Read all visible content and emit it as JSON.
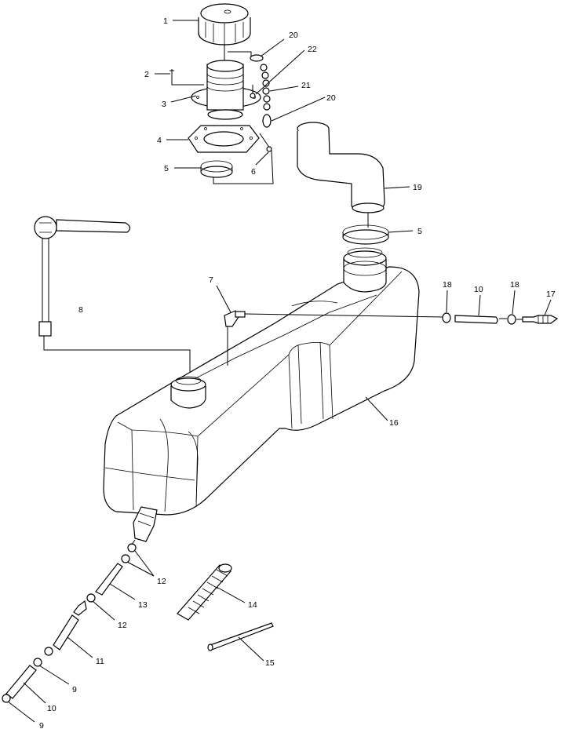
{
  "callouts": [
    {
      "id": "c1",
      "text": "1"
    },
    {
      "id": "c2",
      "text": "2"
    },
    {
      "id": "c3",
      "text": "3"
    },
    {
      "id": "c4",
      "text": "4"
    },
    {
      "id": "c5a",
      "text": "5"
    },
    {
      "id": "c6",
      "text": "6"
    },
    {
      "id": "c20a",
      "text": "20"
    },
    {
      "id": "c22",
      "text": "22"
    },
    {
      "id": "c21",
      "text": "21"
    },
    {
      "id": "c20b",
      "text": "20"
    },
    {
      "id": "c19",
      "text": "19"
    },
    {
      "id": "c5b",
      "text": "5"
    },
    {
      "id": "c8",
      "text": "8"
    },
    {
      "id": "c7",
      "text": "7"
    },
    {
      "id": "c18a",
      "text": "18"
    },
    {
      "id": "c10a",
      "text": "10"
    },
    {
      "id": "c18b",
      "text": "18"
    },
    {
      "id": "c17",
      "text": "17"
    },
    {
      "id": "c16",
      "text": "16"
    },
    {
      "id": "c12a",
      "text": "12"
    },
    {
      "id": "c14",
      "text": "14"
    },
    {
      "id": "c13",
      "text": "13"
    },
    {
      "id": "c12b",
      "text": "12"
    },
    {
      "id": "c11",
      "text": "11"
    },
    {
      "id": "c15",
      "text": "15"
    },
    {
      "id": "c9a",
      "text": "9"
    },
    {
      "id": "c10b",
      "text": "10"
    },
    {
      "id": "c9b",
      "text": "9"
    }
  ]
}
